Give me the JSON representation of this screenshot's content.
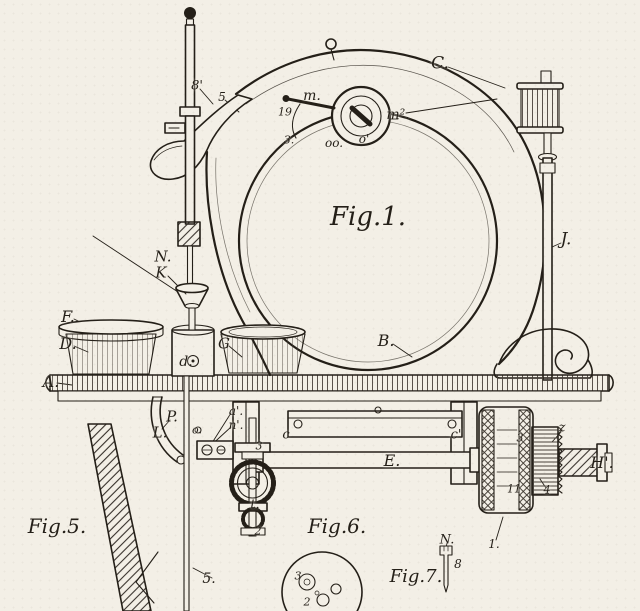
{
  "colors": {
    "paper": "#f3efe6",
    "ink": "#241f18"
  },
  "labels": {
    "fig1": "Fig.1.",
    "fig5": "Fig.5.",
    "fig6": "Fig.6.",
    "fig7": "Fig.7.",
    "C": "C.",
    "m": "m.",
    "m2": "m².",
    "n8p": "8'",
    "n5": "5",
    "n19": "19",
    "n3top": "3.",
    "oo": "oo.",
    "op": "o'",
    "J": "J.",
    "N": "N.",
    "K": "K",
    "F": "F.",
    "D": "D.",
    "A": "A.",
    "G": "G",
    "d": "d.",
    "B": "B.",
    "P": "P.",
    "L": "L.",
    "ap": "a'.",
    "np": "n'.",
    "n3l": "3",
    "c": "c",
    "cp": "c'",
    "E": "E.",
    "n3r": "3",
    "z": "z",
    "H": "H'.",
    "n11": "11",
    "n4": "4",
    "n1": "1.",
    "t": "t.",
    "n2": "2",
    "n5b": "5.",
    "o": "o.",
    "N7": "N.",
    "n8": "8",
    "n3f6": "3",
    "n2f6": "2"
  }
}
